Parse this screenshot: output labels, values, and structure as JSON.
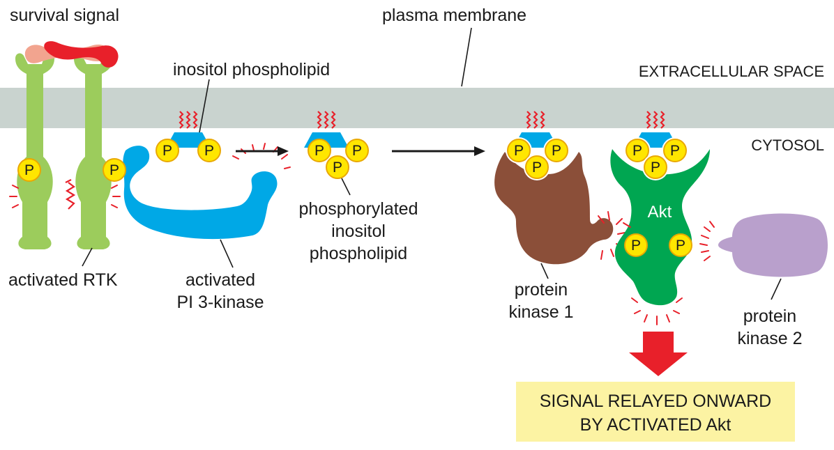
{
  "labels": {
    "survival_signal": "survival signal",
    "plasma_membrane": "plasma membrane",
    "extracellular_space": "EXTRACELLULAR SPACE",
    "cytosol": "CYTOSOL",
    "inositol_phospholipid": "inositol phospholipid",
    "activated_rtk": "activated RTK",
    "activated_pi3k_line1": "activated",
    "activated_pi3k_line2": "PI 3-kinase",
    "phosphorylated_line1": "phosphorylated",
    "phosphorylated_line2": "inositol",
    "phosphorylated_line3": "phospholipid",
    "protein_kinase_1_line1": "protein",
    "protein_kinase_1_line2": "kinase 1",
    "protein_kinase_2_line1": "protein",
    "protein_kinase_2_line2": "kinase 2",
    "akt": "Akt",
    "phosphate": "P"
  },
  "result_box": {
    "line1": "SIGNAL RELAYED ONWARD",
    "line2": "BY ACTIVATED Akt"
  },
  "colors": {
    "membrane": "#c9d3cf",
    "rtk": "#9ccc5c",
    "signal_red": "#e8202a",
    "signal_pink": "#f2a48f",
    "pi3k_blue": "#00a8e6",
    "phosphate_yellow": "#ffe600",
    "phosphate_ring": "#e9a800",
    "pk1_brown": "#8b4f39",
    "akt_green": "#00a651",
    "pk2_lavender": "#b9a0cc",
    "result_box_fill": "#fcf3a3",
    "relay_arrow": "#e8202a"
  }
}
